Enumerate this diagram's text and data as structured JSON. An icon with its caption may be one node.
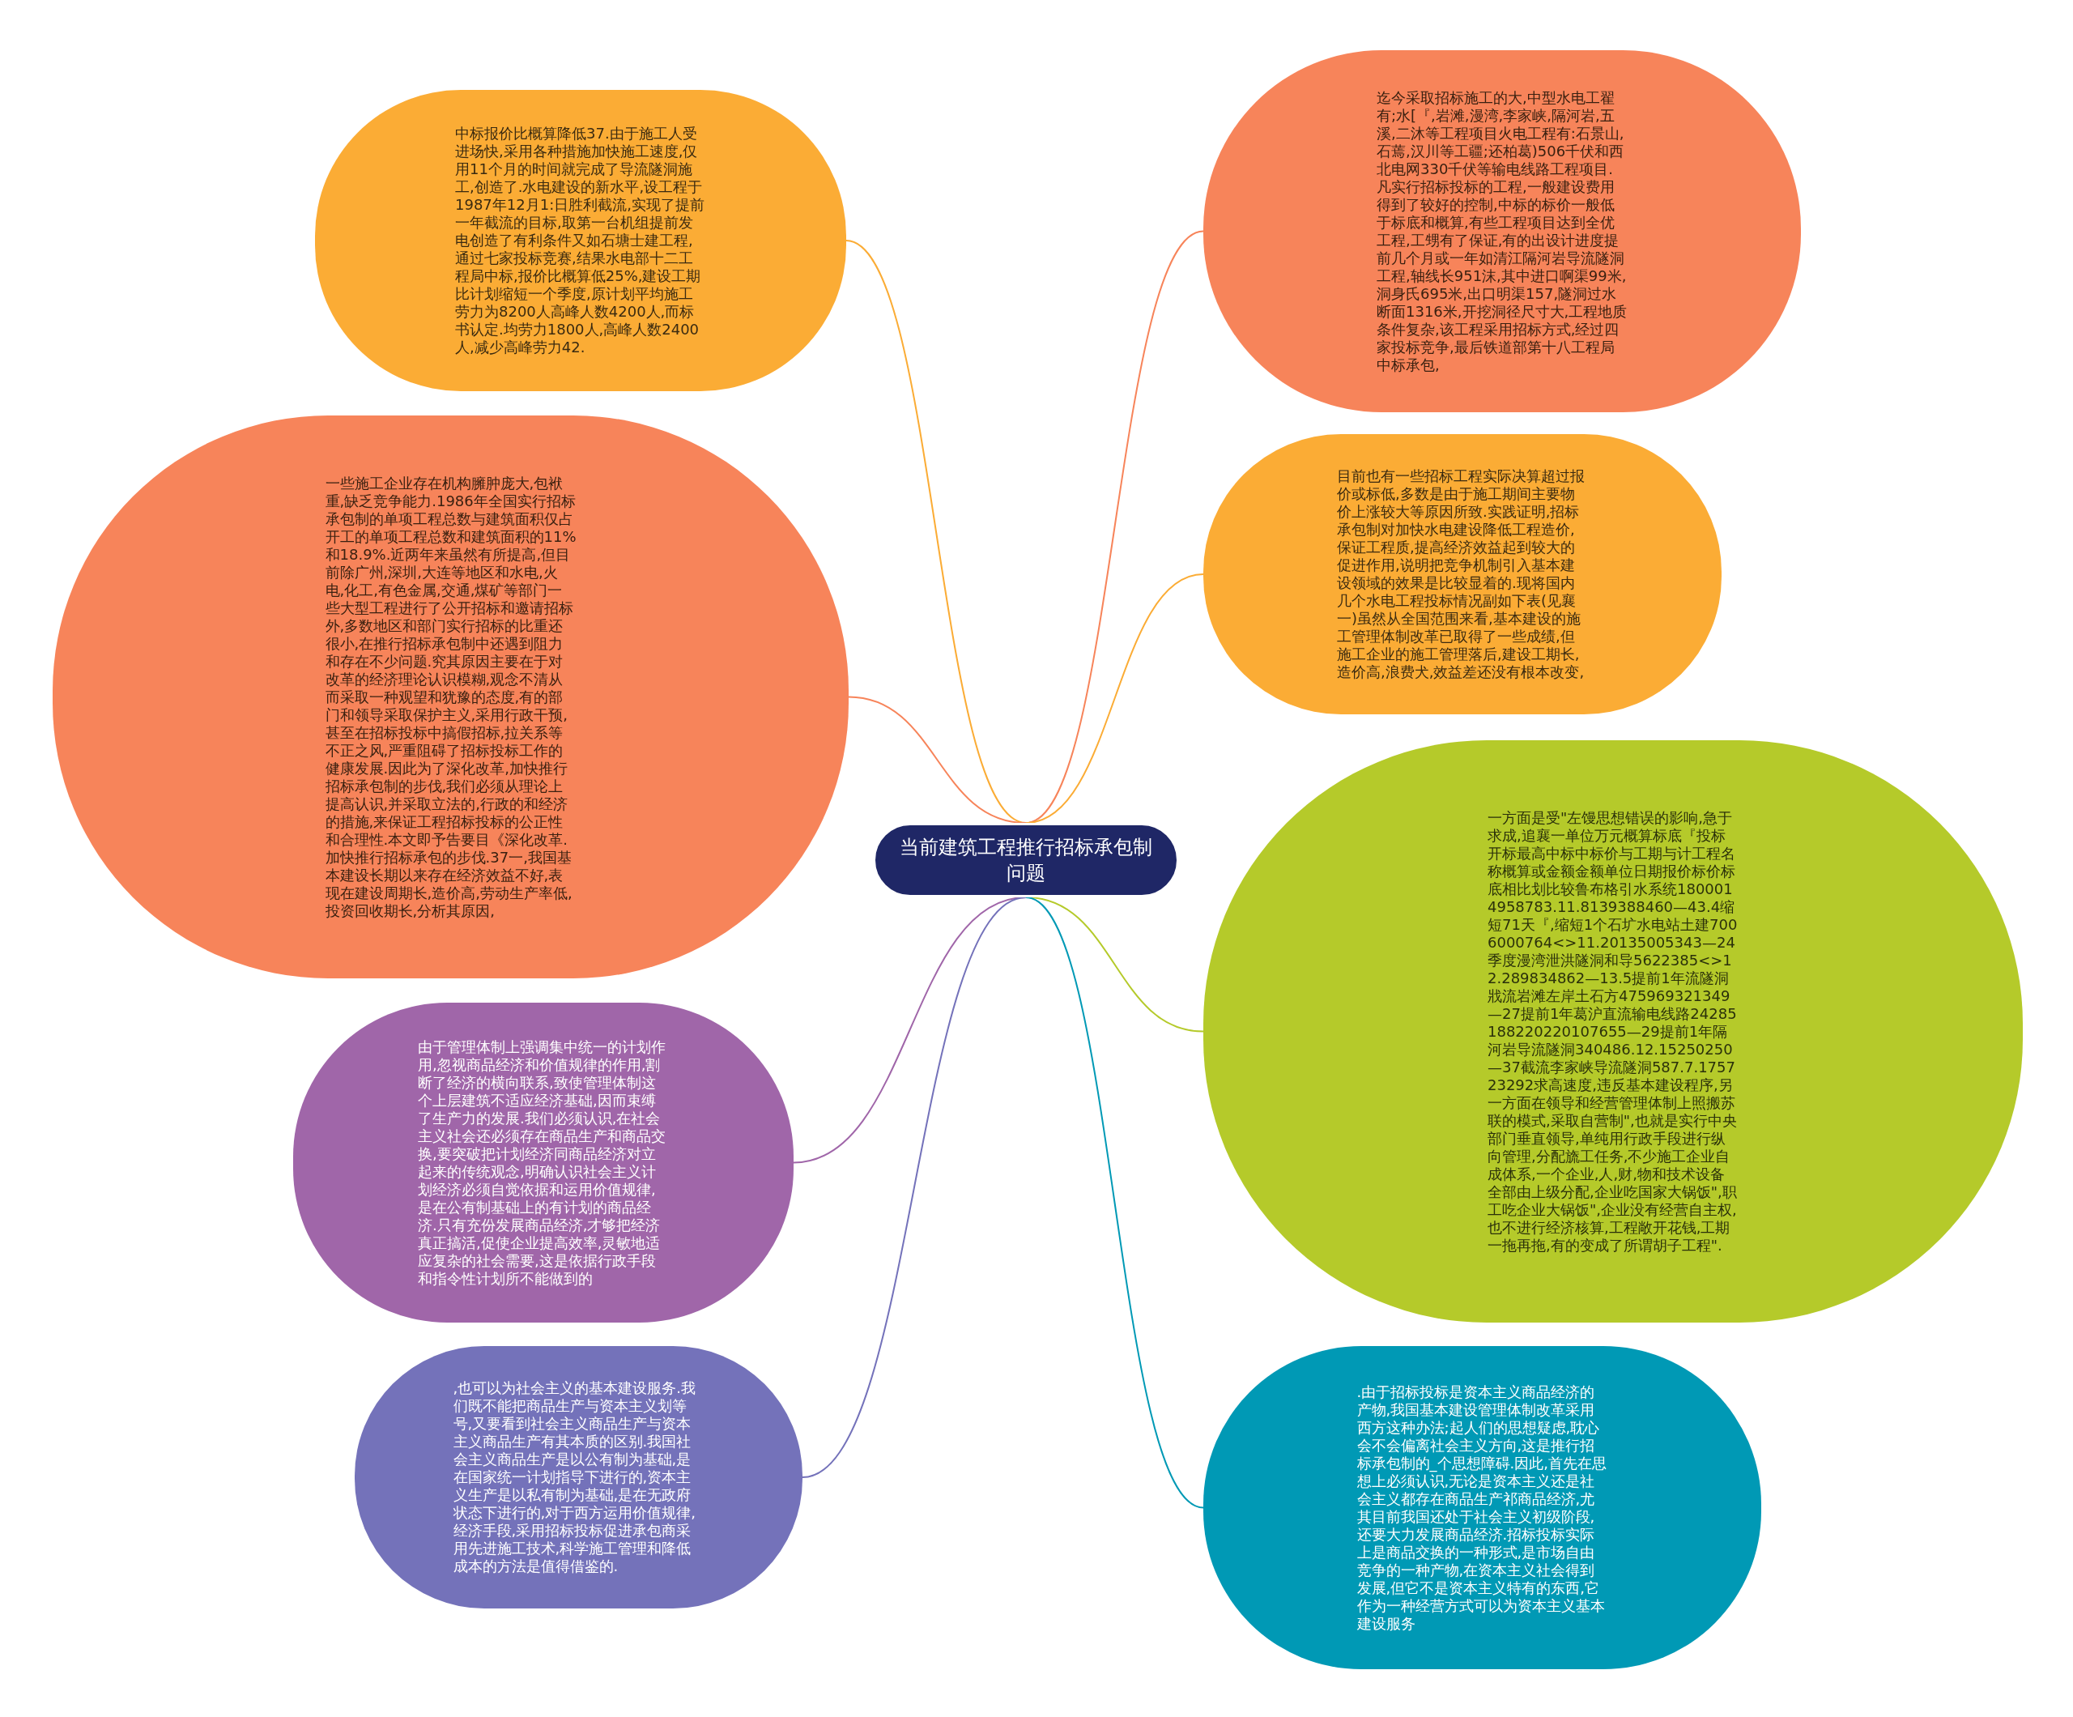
{
  "diagram": {
    "nodes": [
      {
        "text": [
          "当前建筑工程推行招标承包制问题"
        ]
      },
      {
        "text": [
          "中标报价比概算降低37.由于施工人受进场快,采用各种措施加快施工速度,仅用11个月的时间就完成了导流隧洞施工,创造了.水电建设的新水平,设工程于1987年12月1:日胜利截流,实现了提前一年截流的目标,取第一台机组提前发电创造了有利条件又如石塘士建工程,通过七家投标竞赛,结果水电部十二工程局中标,报价比概算低25%,建设工期比计划缩短一个季度,原计划平均施工劳力为8200人高峰人数4200人,而标书认定.均劳力1800人,高峰人数2400人,减少高峰劳力42."
        ]
      },
      {
        "text": [
          "一些施工企业存在机构臃肿庞大,包袱重,缺乏竞争能力.1986年全国实行招标承包制的单项工程总数与建筑面积仅占开工的单项工程总数和建筑面积的11%和18.9%.近两年来虽然有所提高,但目前除广州,深圳,大连等地区和水电,火电,化工,有色金属,交通,煤矿等部门一些大型工程进行了公开招标和邀请招标外,多数地区和部门实行招标的比重还很小,在推行招标承包制中还遇到阻力和存在不少问题.究其原因主要在于对改革的经济理论认识模糊,观念不清从而采取一种观望和犹豫的态度,有的部门和领导采取保护主义,采用行政干预,甚至在招标投标中搞假招标,拉关系等不正之风,严重阻碍了招标投标工作的健康发展.因此为了深化改革,加快推行招标承包制的步伐,我们必须从理论上提高认识,并采取立法的,行政的和经济的措施,来保证工程招标投标的公正性和合理性.本文即予告要目《深化改革.加快推行招标承包的步伐.37一,我国基本建设长期以来存在经济效益不好,表现在建设周期长,造价高,劳动生产率低,投资回收期长,分析其原因,"
        ]
      },
      {
        "text": [
          "由于管理体制上强调集中统一的计划作用,忽视商品经济和价值规律的作用,割断了经济的横向联系,致使管理体制这个上层建筑不适应经济基础,因而束缚了生产力的发展.我们必须认识,在社会主义社会还必须存在商品生产和商品交换,要突破把计划经济同商品经济对立起来的传统观念,明确认识社会主义计划经济必须自觉依据和运用价值规律,是在公有制基础上的有计划的商品经济.只有充份发展商品经济,才够把经济真正搞活,促使企业提高效率,灵敏地适应复杂的社会需要,这是依据行政手段和指令性计划所不能做到的"
        ]
      },
      {
        "text": [
          ",也可以为社会主义的基本建设服务.我们既不能把商品生产与资本主义划等号,又要看到社会主义商品生产与资本主义商品生产有其本质的区别.我国社会主义商品生产是以公有制为基础,是在国家统一计划指导下进行的,资本主义生产是以私有制为基础,是在无政府状态下进行的,对于西方运用价值规律,经济手段,采用招标投标促进承包商采用先进施工技术,科学施工管理和降低成本的方法是值得借鉴的."
        ]
      },
      {
        "text": [
          "迄今采取招标施工的大,中型水电工翟有;水[『,岩滩,漫湾,李家峡,隔河岩,五溪,二沐等工程项目火电工程有:石景山,石蔫,汉川等工疆;还柏葛)506千伏和西北电网330千伏等输电线路工程项目.凡实行招标投标的工程,一般建设费用得到了较好的控制,中标的标价一般低于标底和概算,有些工程项目达到全优工程,工甥有了保证,有的出设计进度提前几个月或一年如清江隔河岩导流隧洞工程,轴线长951沫,其中进口啊渠99米,洞身氏695米,出口明渠157,隧洞过水断面1316米,开挖洞径尺寸大,工程地质条件复杂,该工程采用招标方式,经过四家投标竞争,最后铁道部第十八工程局中标承包,"
        ]
      },
      {
        "text": [
          "目前也有一些招标工程实际决算超过报价或标低,多数是由于施工期间主要物价上涨较大等原因所致.实践证明,招标承包制对加快水电建设降低工程造价,保证工程质,提高经济效益起到较大的促进作用,说明把竞争机制引入基本建设领域的效果是比较显着的.现将国内几个水电工程投标情况副如下表(见襄一)虽然从全国范围来看,基本建设的施工管理体制改革已取得了一些成绩,但施工企业的施工管理落后,建设工期长,造价高,浪费犬,效益差还没有根本改变,"
        ]
      },
      {
        "text": [
          "一方面是受\"左馒思想错误的影响,急于求成,追襄一单位万元概算标底『投标开标最高中标中标价与工期与计工程名称概算或金额金额单位日期报价标价标底相比划比较鲁布格引水系统1800014958783.11.8139388460—43.4缩短71天『,缩短1个石圹水电站土建7006000764<>11.20135005343—24季度漫湾泄洪隧洞和导5622385<>12.289834862—13.5提前1年流隧洞戕流岩滩左岸土石方475969321349—27提前1年葛沪直流输电线路24285188220220107655—29提前1年隔河岩导流隧洞340486.12.15250250—37截流李家峡导流隧洞587.7.175723292求高速度,违反基本建设程序,另一方面在领导和经营管理体制上照搬苏联的模式,采取自营制\",也就是实行中央部门垂直领导,单纯用行政手段进行纵向管理,分配旒工任务,不少施工企业自成体系,一个企业,人,财,物和技术设备全部由上级分配,企业吃国家大锅饭\",职工吃企业大锅饭\",企业没有经营自主权,也不进行经济核算,工程敞开花钱,工期一拖再拖,有的变成了所谓胡子工程\"."
        ]
      },
      {
        "text": [
          ".由于招标投标是资本主义商品经济的产物,我国基本建设管理体制改革采用西方这种办法;起人们的思想疑虑,耽心会不会偏离社会主义方向,这是推行招标承包制的_个思想障碍.因此,首先在思想上必须认识,无论是资本主义还是社会主义都存在商品生产祁商品经济,尤其目前我国还处于社会主义初级阶段,还要大力发展商品经济.招标投标实际上是商品交换的一种形式,是市场自由竞争的一种产物,在资本主义社会得到发展,但它不是资本主义特有的东西,它作为一种经营方式可以为资本主义基本建设服务"
        ]
      }
    ],
    "edges": [
      {
        "from": 0,
        "to": 1,
        "arrow": "none",
        "color": "#fbac35"
      },
      {
        "from": 0,
        "to": 2,
        "arrow": "none",
        "color": "#f7845a"
      },
      {
        "from": 0,
        "to": 3,
        "arrow": "none",
        "color": "#a066a9"
      },
      {
        "from": 0,
        "to": 4,
        "arrow": "none",
        "color": "#7472ba"
      },
      {
        "from": 0,
        "to": 5,
        "arrow": "none",
        "color": "#f7845a"
      },
      {
        "from": 0,
        "to": 6,
        "arrow": "none",
        "color": "#fbac35"
      },
      {
        "from": 0,
        "to": 7,
        "arrow": "none",
        "color": "#b5ca2a"
      },
      {
        "from": 0,
        "to": 8,
        "arrow": "none",
        "color": "#0099b5"
      }
    ]
  }
}
